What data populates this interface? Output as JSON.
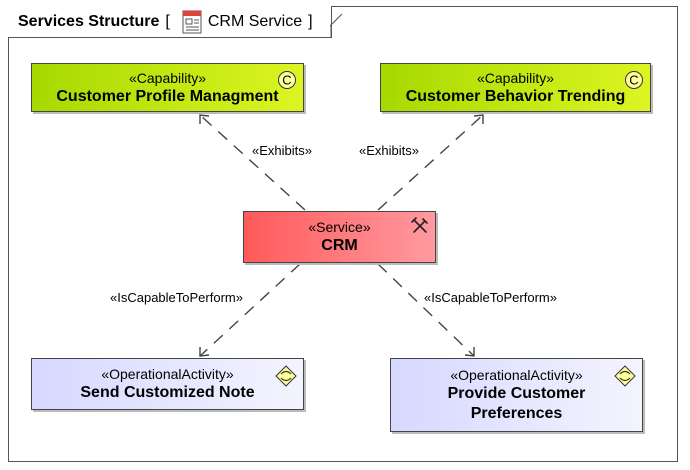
{
  "header": {
    "diagram_type": "Services Structure",
    "bracket_open": "[",
    "diagram_name": "CRM Service",
    "bracket_close": "]"
  },
  "nodes": {
    "cap_profile": {
      "stereotype": "«Capability»",
      "name": "Customer Profile Managment",
      "icon": "capability-c-icon"
    },
    "cap_behavior": {
      "stereotype": "«Capability»",
      "name": "Customer Behavior Trending",
      "icon": "capability-c-icon"
    },
    "service": {
      "stereotype": "«Service»",
      "name": "CRM",
      "icon": "tools-icon"
    },
    "op_note": {
      "stereotype": "«OperationalActivity»",
      "name": "Send Customized Note",
      "icon": "activity-icon"
    },
    "op_prefs": {
      "stereotype": "«OperationalActivity»",
      "name_line1": "Provide Customer",
      "name_line2": "Preferences",
      "icon": "activity-icon"
    }
  },
  "relations": {
    "exhibits_left": "«Exhibits»",
    "exhibits_right": "«Exhibits»",
    "capable_left": "«IsCapableToPerform»",
    "capable_right": "«IsCapableToPerform»"
  },
  "colors": {
    "capability_start": "#a6d900",
    "capability_end": "#dcf522",
    "service_start": "#ff5a5a",
    "service_end": "#ff9aa0",
    "activity_start": "#d6d8ff",
    "activity_end": "#f4f4ff"
  }
}
